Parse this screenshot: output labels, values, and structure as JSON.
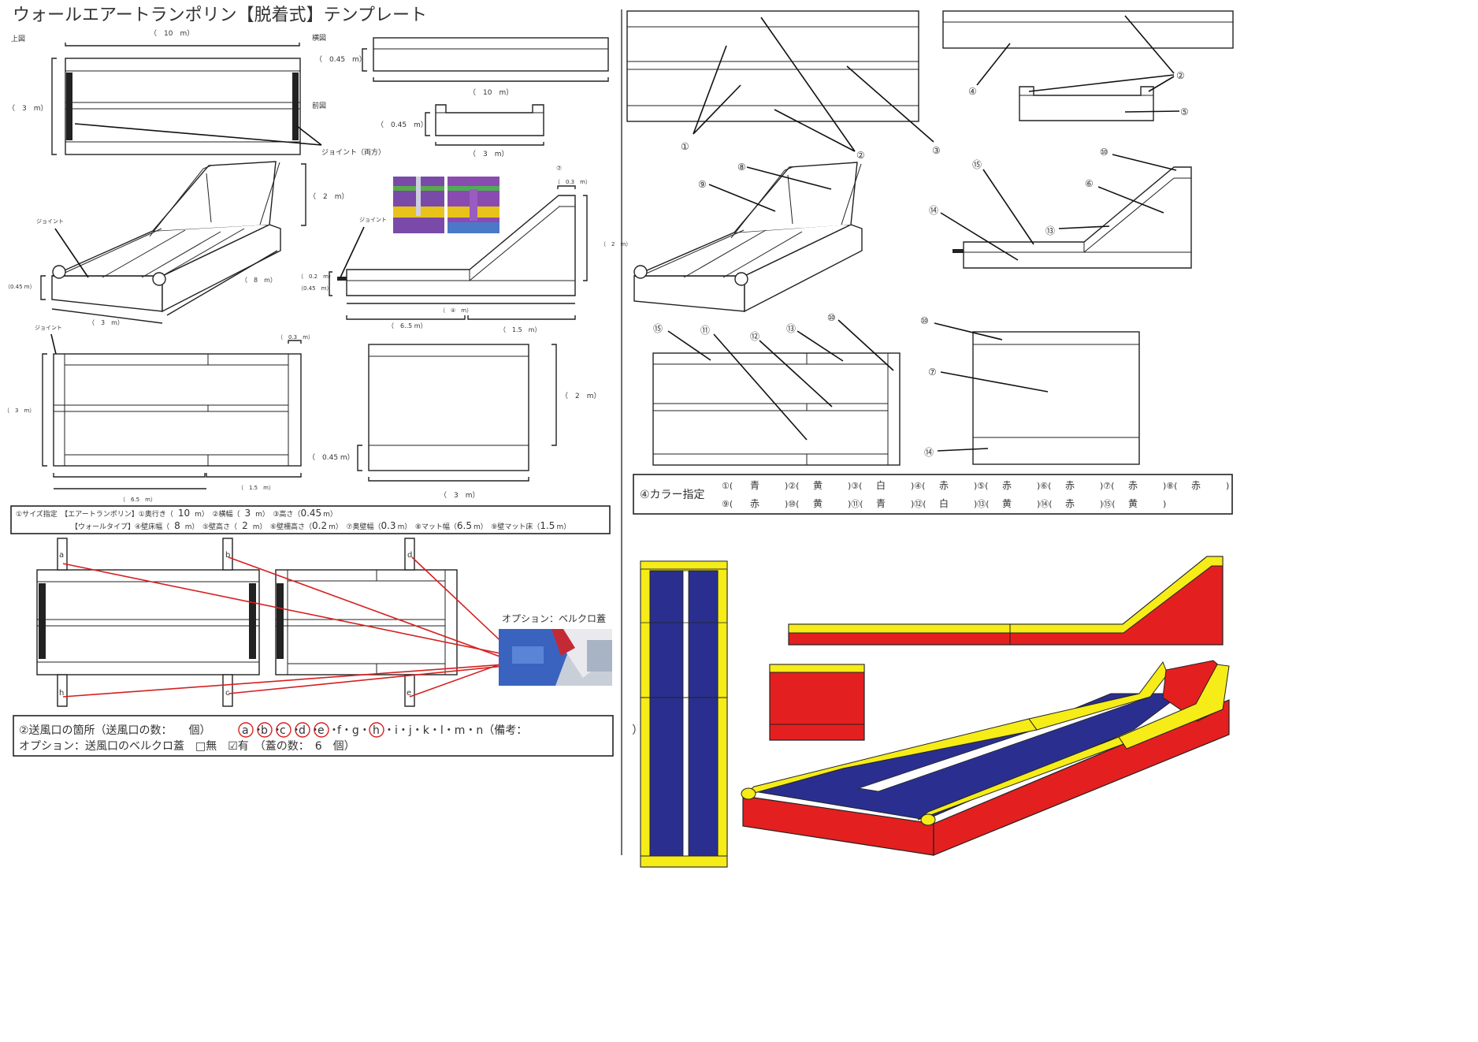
{
  "title": "ウォールエアートランポリン【脱着式】テンプレート",
  "views": {
    "top": "上図",
    "side": "横図",
    "front": "前図"
  },
  "joint_both": "ジョイント（両方）",
  "joint": "ジョイント",
  "dims": {
    "top_len": "（　10　m）",
    "top_width": "（　3　m）",
    "side_h": "（　0.45　m）",
    "side_len": "（　10　m）",
    "front_h": "（　0.45　m）",
    "front_w": "（　3　m）",
    "persp_2m": "（　2　m）",
    "persp_045": "（0.45 m）",
    "persp_8m": "（　8　m）",
    "persp_3m": "（　3　m）",
    "wall_03": "（　0.3　m）",
    "wall_2m": "（　2　m）",
    "wall_02": "（　0.2　m）",
    "wall_045": "（0.45　m）",
    "wall_4m": "（　④　m）",
    "wall_65": "（　6..5 m）",
    "wall_15": "（　1.5　m）",
    "plan_03": "（　0.3　m）",
    "plan_3m": "（　3　m）",
    "plan_15": "（　1.5　m）",
    "plan_65": "（　6.5　m）",
    "back_2m": "（　2　m）",
    "back_045": "（　0.45 m）",
    "back_3m": "（　3　m）",
    "circ7": "⑦"
  },
  "size_spec": {
    "line1_label": "①サイズ指定　【エアートランポリン】①奥行き（",
    "depth": "10",
    "w_label": "m）　②横幅（",
    "width": "3",
    "h_label": "m）　③高さ（",
    "height": "0.45",
    "h_unit": "m）",
    "line2_label": "【ウォールタイプ】④壁床幅（",
    "floor_w": "8",
    "wh_label": "m）　⑤壁高さ（",
    "wall_h": "2",
    "wf_label": "m）　⑥壁柵高さ（",
    "fence_h": "0.2",
    "bw_label": "m）　⑦奥壁幅（",
    "back_w": "0.3",
    "mw_label": "m）　⑧マット幅（",
    "mat_w": "6.5",
    "mf_label": "m）　⑨壁マット床（",
    "mat_floor": "1.5",
    "end_unit": "m）"
  },
  "vents": {
    "letters_top": [
      "a",
      "b",
      "d"
    ],
    "letters_bottom": [
      "h",
      "c",
      "e"
    ],
    "option_label": "オプション：ベルクロ蓋",
    "line1_prefix": "②送風口の箇所（送風口の数：　　個）",
    "circled": [
      "a",
      "b",
      "c",
      "d",
      "e"
    ],
    "mid1": "f・g・",
    "circled_h": "h",
    "rest": "・i・j・k・l・m・n（備考：　　　　　　　　　　）",
    "line2": "オプション：送風口のベルクロ蓋　□無　☑有　（蓋の数：　6　個）"
  },
  "part_numbers": [
    "①",
    "②",
    "③",
    "④",
    "⑤",
    "⑥",
    "⑦",
    "⑧",
    "⑨",
    "⑩",
    "⑪",
    "⑫",
    "⑬",
    "⑭",
    "⑮"
  ],
  "color_spec": {
    "label": "④カラー指定",
    "row1": [
      {
        "n": "①(",
        "c": "青"
      },
      {
        "n": ")②(",
        "c": "黄"
      },
      {
        "n": ")③(",
        "c": "白"
      },
      {
        "n": ")④(",
        "c": "赤"
      },
      {
        "n": ")⑤(",
        "c": "赤"
      },
      {
        "n": ")⑥(",
        "c": "赤"
      },
      {
        "n": ")⑦(",
        "c": "赤"
      },
      {
        "n": ")⑧(",
        "c": "赤"
      }
    ],
    "row1_end": ")",
    "row2": [
      {
        "n": "⑨(",
        "c": "赤"
      },
      {
        "n": ")⑩(",
        "c": "黄"
      },
      {
        "n": ")⑪(",
        "c": "青"
      },
      {
        "n": ")⑫(",
        "c": "白"
      },
      {
        "n": ")⑬(",
        "c": "黄"
      },
      {
        "n": ")⑭(",
        "c": "赤"
      },
      {
        "n": ")⑮(",
        "c": "黄"
      }
    ],
    "row2_end": ")"
  },
  "colors": {
    "blue": "#2a2f8f",
    "yellow": "#f5ec18",
    "red": "#e41f1f",
    "white": "#ffffff",
    "line_red": "#d62020"
  }
}
